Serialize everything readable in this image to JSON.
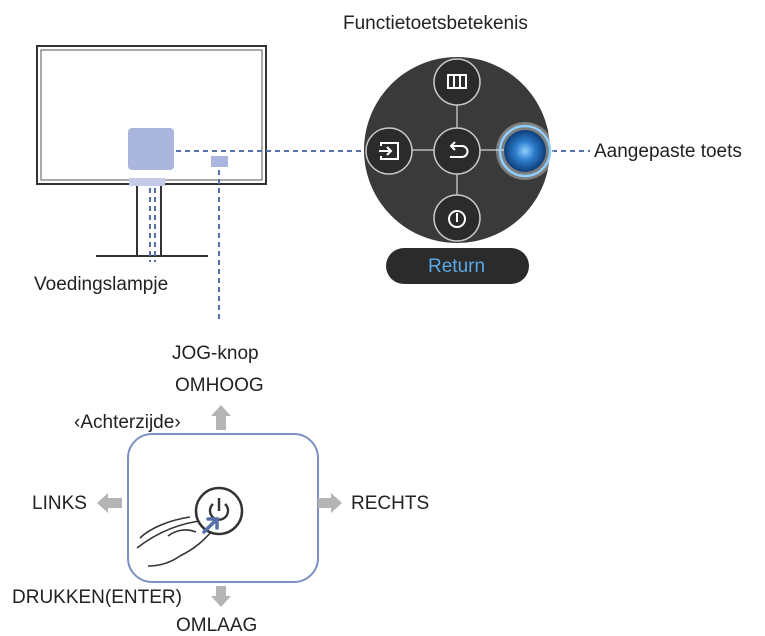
{
  "labels": {
    "function_title": "Functietoetsbetekenis",
    "custom_key": "Aangepaste toets",
    "power_led": "Voedingslampje",
    "jog_button": "JOG-knop",
    "up": "OMHOOG",
    "back_side": "‹Achterzijde›",
    "left": "LINKS",
    "right": "RECHTS",
    "press_enter": "DRUKKEN(ENTER)",
    "down": "OMLAAG",
    "return_button": "Return"
  },
  "icons": {
    "top": "picture-mode-icon",
    "left": "source-icon",
    "center": "return-icon",
    "right": "custom-key-icon",
    "bottom": "power-icon",
    "jog": "power-icon"
  },
  "colors": {
    "panel_dark": "#3a3a3a",
    "button_dark": "#2b2b2b",
    "dashed_line": "#5570a8",
    "highlight_blue": "#2f7fd0",
    "return_text": "#5aa9e6",
    "led_square": "#aab6dd",
    "arrow_gray": "#b4b4b4"
  }
}
